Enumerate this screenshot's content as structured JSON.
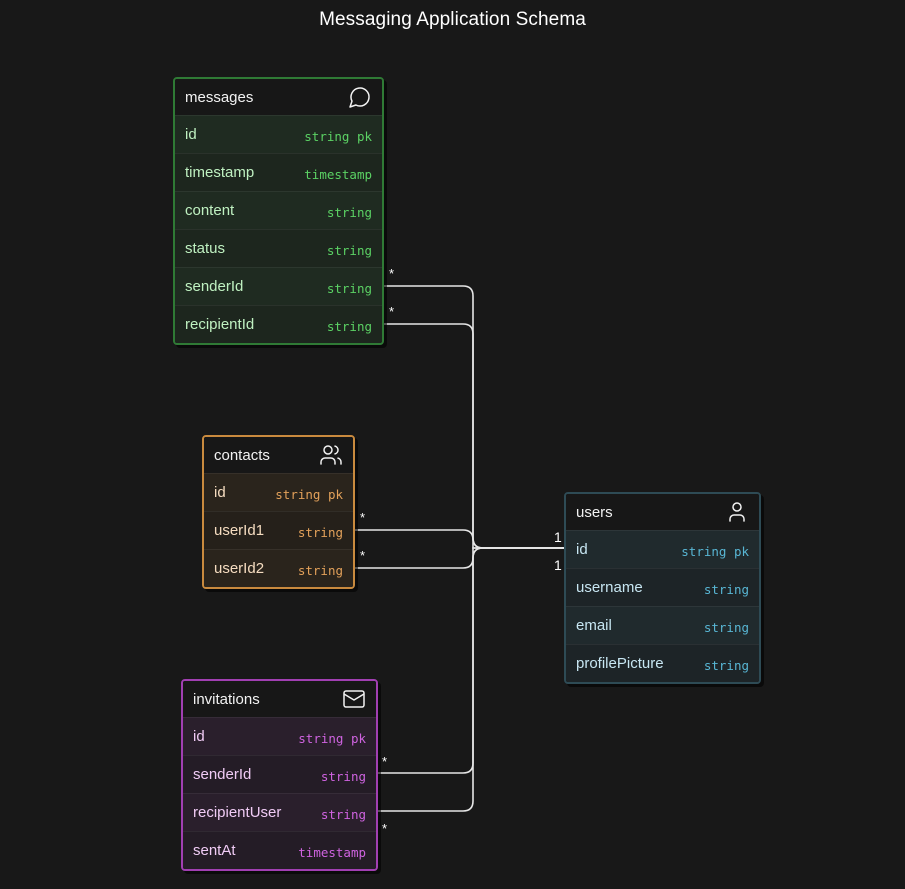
{
  "title": "Messaging Application Schema",
  "colors": {
    "messages": "#2f7a35",
    "contacts": "#c98a3e",
    "users": "#2e4b55",
    "invitations": "#a13fb2",
    "connector": "#e6e6e6",
    "background": "#181818"
  },
  "entities": {
    "messages": {
      "name": "messages",
      "icon": "message-bubble-icon",
      "fields": [
        {
          "name": "id",
          "type": "string pk"
        },
        {
          "name": "timestamp",
          "type": "timestamp"
        },
        {
          "name": "content",
          "type": "string"
        },
        {
          "name": "status",
          "type": "string"
        },
        {
          "name": "senderId",
          "type": "string"
        },
        {
          "name": "recipientId",
          "type": "string"
        }
      ]
    },
    "contacts": {
      "name": "contacts",
      "icon": "users-group-icon",
      "fields": [
        {
          "name": "id",
          "type": "string pk"
        },
        {
          "name": "userId1",
          "type": "string"
        },
        {
          "name": "userId2",
          "type": "string"
        }
      ]
    },
    "users": {
      "name": "users",
      "icon": "user-icon",
      "fields": [
        {
          "name": "id",
          "type": "string pk"
        },
        {
          "name": "username",
          "type": "string"
        },
        {
          "name": "email",
          "type": "string"
        },
        {
          "name": "profilePicture",
          "type": "string"
        }
      ]
    },
    "invitations": {
      "name": "invitations",
      "icon": "envelope-icon",
      "fields": [
        {
          "name": "id",
          "type": "string pk"
        },
        {
          "name": "senderId",
          "type": "string"
        },
        {
          "name": "recipientUser",
          "type": "string"
        },
        {
          "name": "sentAt",
          "type": "timestamp"
        }
      ]
    }
  },
  "relations": [
    {
      "from": "messages.senderId",
      "to": "users.id",
      "from_card": "*",
      "to_card": "1"
    },
    {
      "from": "messages.recipientId",
      "to": "users.id",
      "from_card": "*",
      "to_card": "1"
    },
    {
      "from": "contacts.userId1",
      "to": "users.id",
      "from_card": "*",
      "to_card": "1"
    },
    {
      "from": "contacts.userId2",
      "to": "users.id",
      "from_card": "*",
      "to_card": "1"
    },
    {
      "from": "invitations.senderId",
      "to": "users.id",
      "from_card": "*",
      "to_card": "1"
    },
    {
      "from": "invitations.recipientUser",
      "to": "users.id",
      "from_card": "*",
      "to_card": "1"
    }
  ],
  "cardinality_labels": {
    "many": "*",
    "users_top": "1 1",
    "users_bottom": "1 1"
  }
}
